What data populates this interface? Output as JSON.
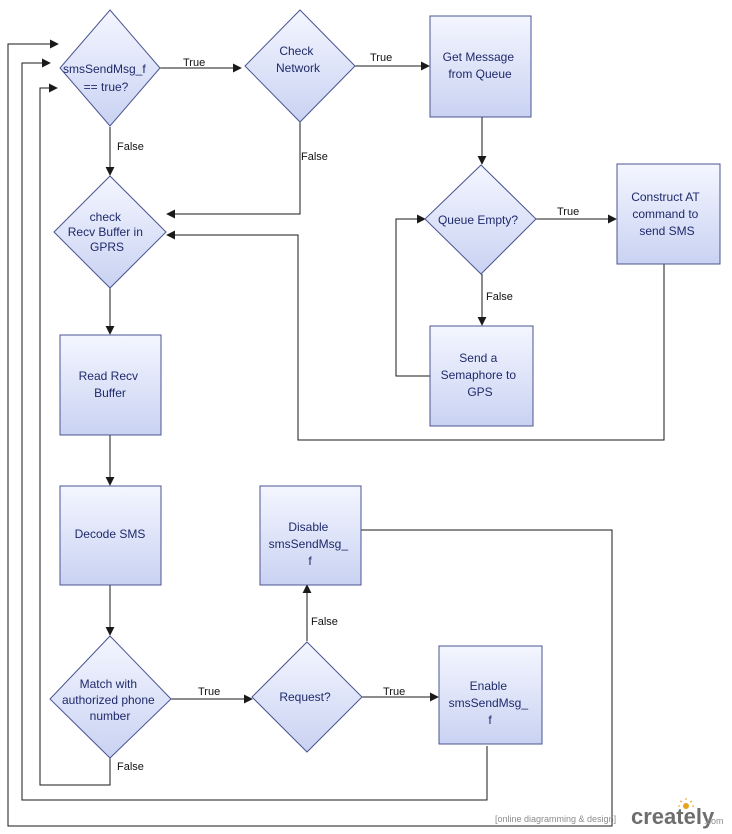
{
  "nodes": {
    "sms_flag_check": {
      "lines": [
        "smsSendMsg_f",
        "== true?"
      ]
    },
    "check_network": {
      "lines": [
        "Check",
        "Network"
      ]
    },
    "get_message": {
      "lines": [
        "Get Message",
        "from Queue"
      ]
    },
    "check_recv_buffer": {
      "lines": [
        "check",
        "Recv Buffer  in",
        "GPRS"
      ]
    },
    "queue_empty": {
      "lines": [
        "Queue Empty?"
      ]
    },
    "construct_at": {
      "lines": [
        "Construct AT",
        "command to",
        "send SMS"
      ]
    },
    "send_semaphore": {
      "lines": [
        "Send a",
        "Semaphore to",
        "GPS"
      ]
    },
    "read_recv_buffer": {
      "lines": [
        "Read Recv",
        "Buffer"
      ]
    },
    "decode_sms": {
      "lines": [
        "Decode SMS"
      ]
    },
    "disable_flag": {
      "lines": [
        "Disable",
        "smsSendMsg_",
        "f"
      ]
    },
    "match_phone": {
      "lines": [
        "Match with",
        "authorized  phone",
        "number"
      ]
    },
    "request": {
      "lines": [
        "Request?"
      ]
    },
    "enable_flag": {
      "lines": [
        "Enable",
        "smsSendMsg_",
        "f"
      ]
    }
  },
  "edge_labels": {
    "flag_true": "True",
    "flag_false": "False",
    "network_true": "True",
    "network_false": "False",
    "queue_true": "True",
    "queue_false": "False",
    "match_true": "True",
    "match_false": "False",
    "request_true": "True",
    "request_false": "False"
  },
  "branding": {
    "tagline": "[online diagramming & design]",
    "name": "creately",
    "domain": ".com"
  },
  "colors": {
    "shape_fill_top": "#f4f6ff",
    "shape_fill_bottom": "#c9d2f2",
    "shape_stroke": "#4a5490",
    "text": "#1f2a6b",
    "connector": "#1a1a1a",
    "brand_accent": "#e8a31c"
  }
}
